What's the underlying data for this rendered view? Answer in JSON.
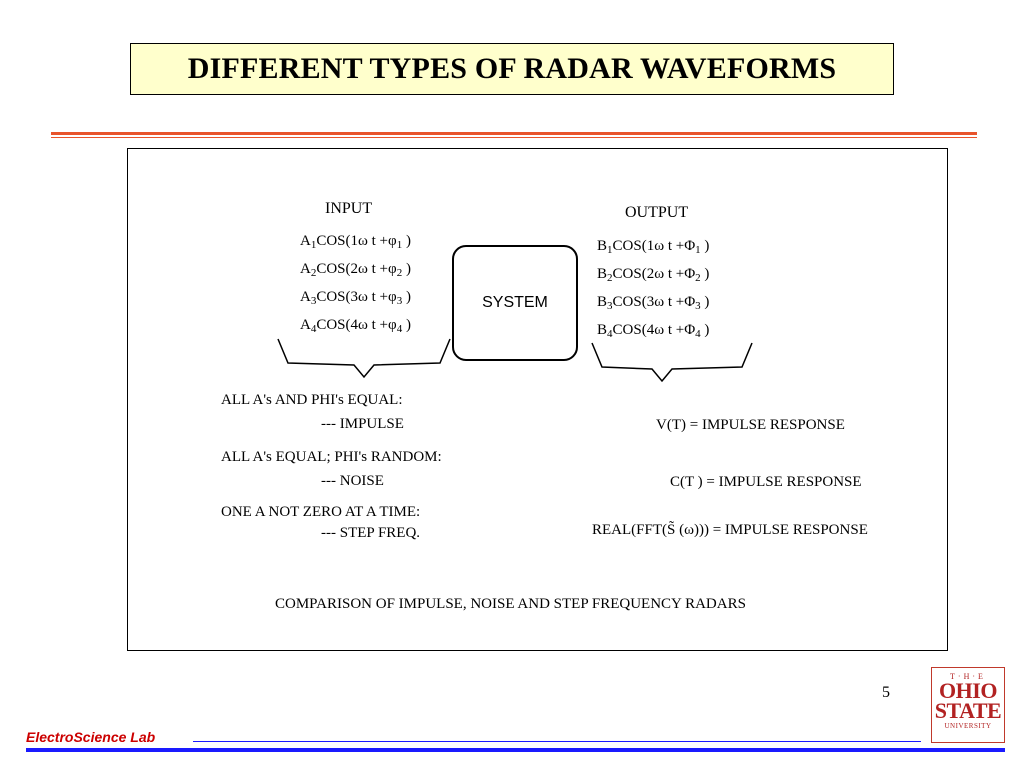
{
  "slide": {
    "title": "DIFFERENT TYPES OF RADAR WAVEFORMS",
    "page_number": "5",
    "footer_label": "ElectroScience Lab",
    "accent_color": "#e8542c",
    "footer_color": "#1a1aff",
    "title_bg": "#ffffcc"
  },
  "figure": {
    "input_label": "INPUT",
    "output_label": "OUTPUT",
    "system_label": "SYSTEM",
    "inputs": [
      {
        "coef": "A",
        "n": "1",
        "body": "COS(1ω t +φ",
        "close": " )"
      },
      {
        "coef": "A",
        "n": "2",
        "body": "COS(2ω t +φ",
        "close": " )"
      },
      {
        "coef": "A",
        "n": "3",
        "body": "COS(3ω t +φ",
        "close": " )"
      },
      {
        "coef": "A",
        "n": "4",
        "body": "COS(4ω t +φ",
        "close": " )"
      }
    ],
    "outputs": [
      {
        "coef": "B",
        "n": "1",
        "body": "COS(1ω t +Φ",
        "close": " )"
      },
      {
        "coef": "B",
        "n": "2",
        "body": "COS(2ω t +Φ",
        "close": " )"
      },
      {
        "coef": "B",
        "n": "3",
        "body": "COS(3ω t +Φ",
        "close": " )"
      },
      {
        "coef": "B",
        "n": "4",
        "body": "COS(4ω t +Φ",
        "close": " )"
      }
    ],
    "cases": [
      {
        "condition": "ALL A's AND PHI's EQUAL:",
        "result": "--- IMPULSE",
        "response": "V(T) = IMPULSE RESPONSE"
      },
      {
        "condition": "ALL A's EQUAL; PHI's RANDOM:",
        "result": "--- NOISE",
        "response": "C(T ) = IMPULSE RESPONSE"
      },
      {
        "condition": "ONE A NOT ZERO AT A TIME:",
        "result": "--- STEP FREQ.",
        "response": "REAL(FFT(S̃ (ω))) = IMPULSE RESPONSE"
      }
    ],
    "caption": "COMPARISON OF IMPULSE, NOISE AND STEP FREQUENCY RADARS"
  },
  "logo": {
    "the": "T·H·E",
    "ohio": "OHIO",
    "state": "STATE",
    "university": "UNIVERSITY"
  }
}
